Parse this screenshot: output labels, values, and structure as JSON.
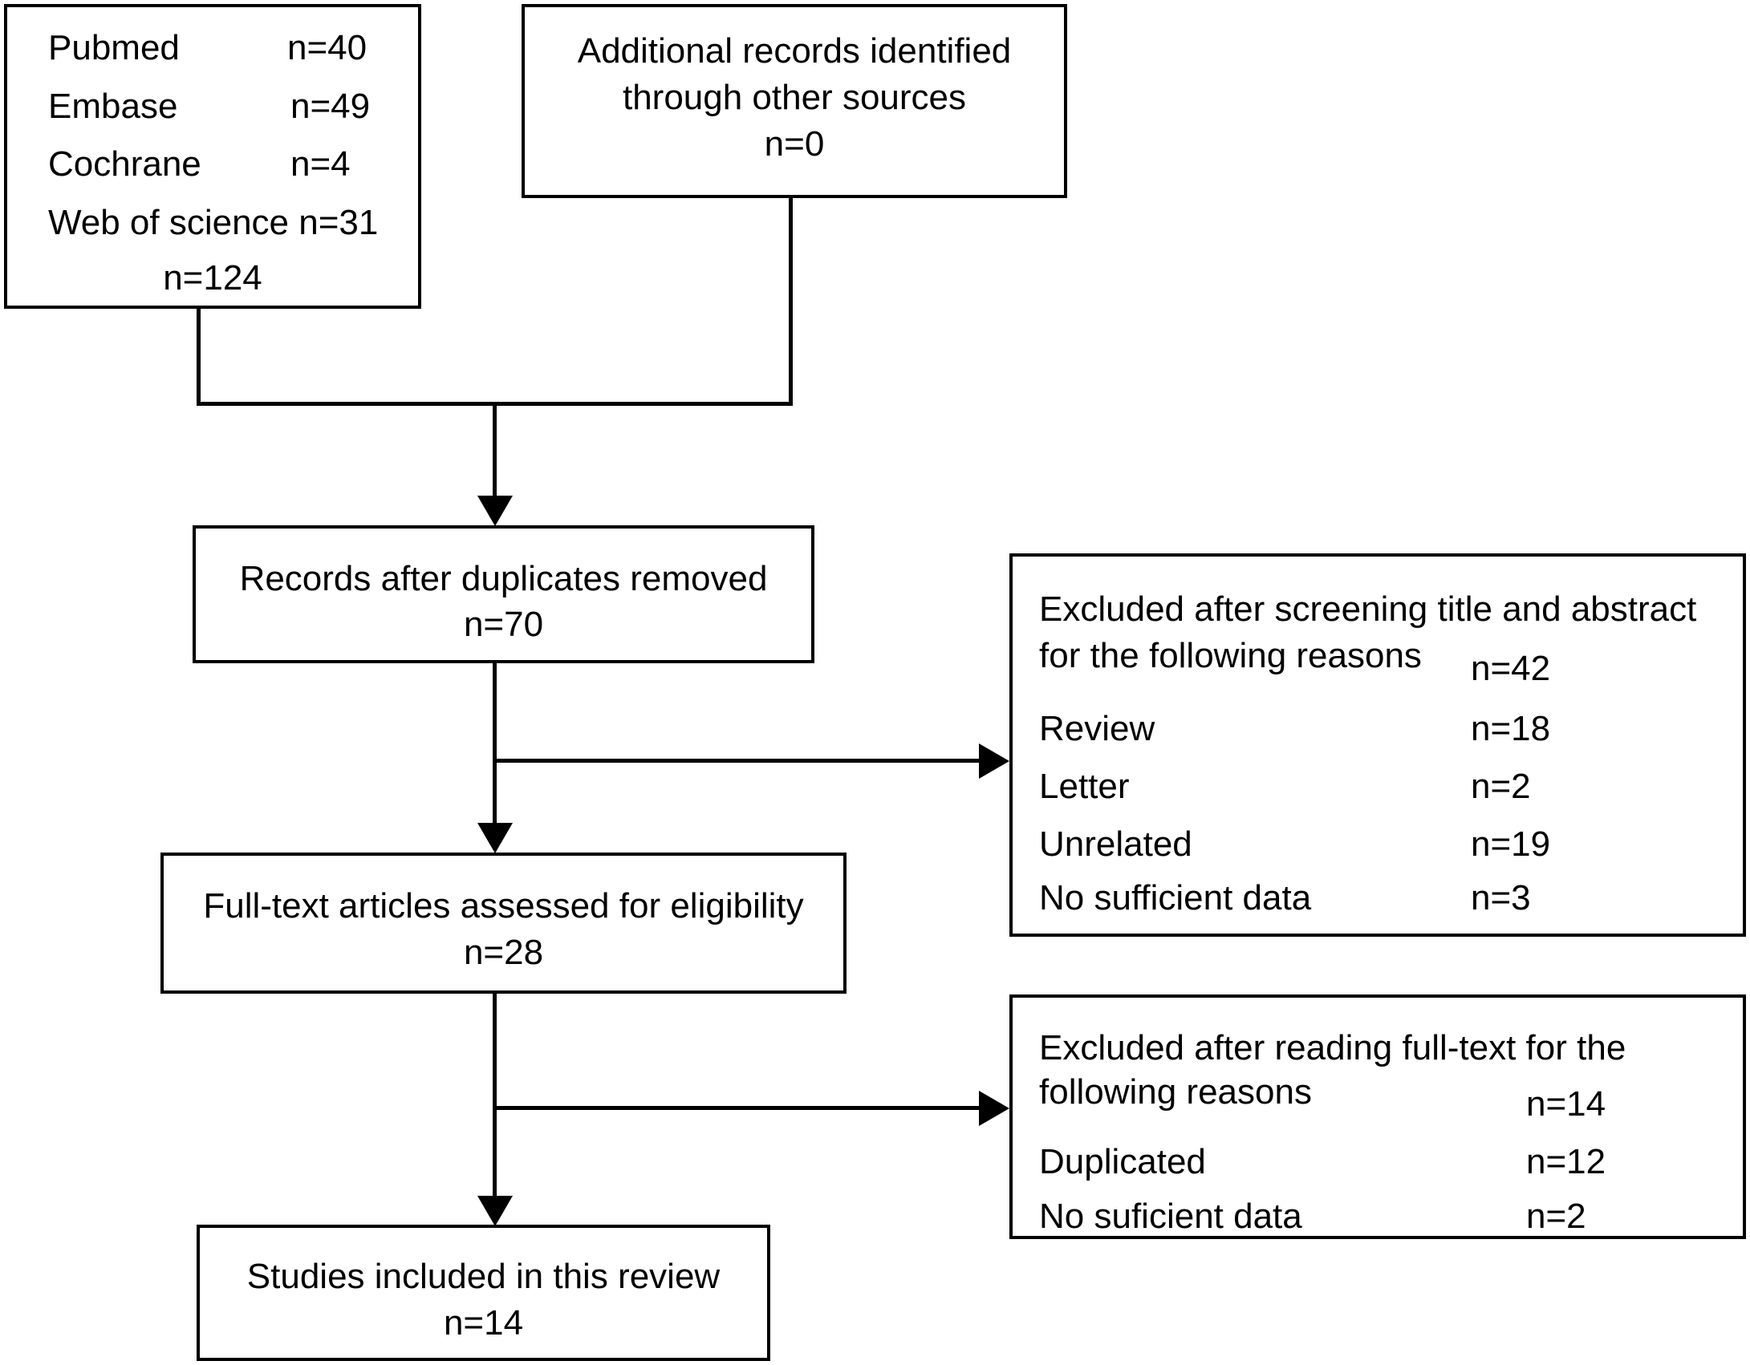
{
  "diagram": {
    "title": "PRISMA study selection flow diagram",
    "type": "flowchart",
    "line_color": "#000000",
    "background_color": "#ffffff",
    "text_color": "#000000"
  },
  "identification": {
    "databases_box": {
      "rows": [
        {
          "label": "Pubmed",
          "value": "n=40"
        },
        {
          "label": "Embase",
          "value": "n=49"
        },
        {
          "label": "Cochrane",
          "value": "n=4"
        },
        {
          "label": "Web of science n=31",
          "value": ""
        }
      ],
      "total": "n=124"
    },
    "other_sources_box": {
      "line1": "Additional records identified",
      "line2": "through other sources",
      "count": "n=0"
    }
  },
  "screening": {
    "records_after_duplicates": {
      "line1": "Records after duplicates removed",
      "count": "n=70"
    },
    "excluded_title_abstract": {
      "header_line1": "Excluded after screening title and abstract",
      "header_line2": "for the following reasons",
      "header_count": "n=42",
      "reasons": [
        {
          "label": "Review",
          "value": "n=18"
        },
        {
          "label": "Letter",
          "value": "n=2"
        },
        {
          "label": "Unrelated",
          "value": "n=19"
        },
        {
          "label": "No sufficient data",
          "value": "n=3"
        }
      ]
    }
  },
  "eligibility": {
    "full_text_assessed": {
      "line1": "Full-text articles assessed for eligibility",
      "count": "n=28"
    },
    "excluded_full_text": {
      "header_line1": "Excluded after reading full-text for the",
      "header_line2": "following reasons",
      "header_count": "n=14",
      "reasons": [
        {
          "label": "Duplicated",
          "value": "n=12"
        },
        {
          "label": "No suficient data",
          "value": "n=2"
        }
      ]
    }
  },
  "included": {
    "studies_included": {
      "line1": "Studies included in this review",
      "count": "n=14"
    }
  },
  "chart_data": {
    "type": "flowchart",
    "title": "PRISMA study selection flow diagram",
    "nodes": [
      {
        "id": "sources",
        "label": "Pubmed n=40; Embase n=49; Cochrane n=4; Web of science n=31",
        "value": 124
      },
      {
        "id": "other_sources",
        "label": "Additional records identified through other sources",
        "value": 0
      },
      {
        "id": "after_duplicates",
        "label": "Records after duplicates removed",
        "value": 70
      },
      {
        "id": "excluded_screening",
        "label": "Excluded after screening title and abstract",
        "value": 42
      },
      {
        "id": "full_text",
        "label": "Full-text articles assessed for eligibility",
        "value": 28
      },
      {
        "id": "excluded_fulltext",
        "label": "Excluded after reading full-text",
        "value": 14
      },
      {
        "id": "included",
        "label": "Studies included in this review",
        "value": 14
      }
    ],
    "edges": [
      {
        "from": "sources",
        "to": "after_duplicates"
      },
      {
        "from": "other_sources",
        "to": "after_duplicates"
      },
      {
        "from": "after_duplicates",
        "to": "excluded_screening"
      },
      {
        "from": "after_duplicates",
        "to": "full_text"
      },
      {
        "from": "full_text",
        "to": "excluded_fulltext"
      },
      {
        "from": "full_text",
        "to": "included"
      }
    ],
    "breakdown": {
      "databases": {
        "Pubmed": 40,
        "Embase": 49,
        "Cochrane": 4,
        "Web of science": 31,
        "total": 124
      },
      "excluded_screening_reasons": {
        "Review": 18,
        "Letter": 2,
        "Unrelated": 19,
        "No sufficient data": 3,
        "total": 42
      },
      "excluded_fulltext_reasons": {
        "Duplicated": 12,
        "No suficient data": 2,
        "total": 14
      }
    }
  }
}
